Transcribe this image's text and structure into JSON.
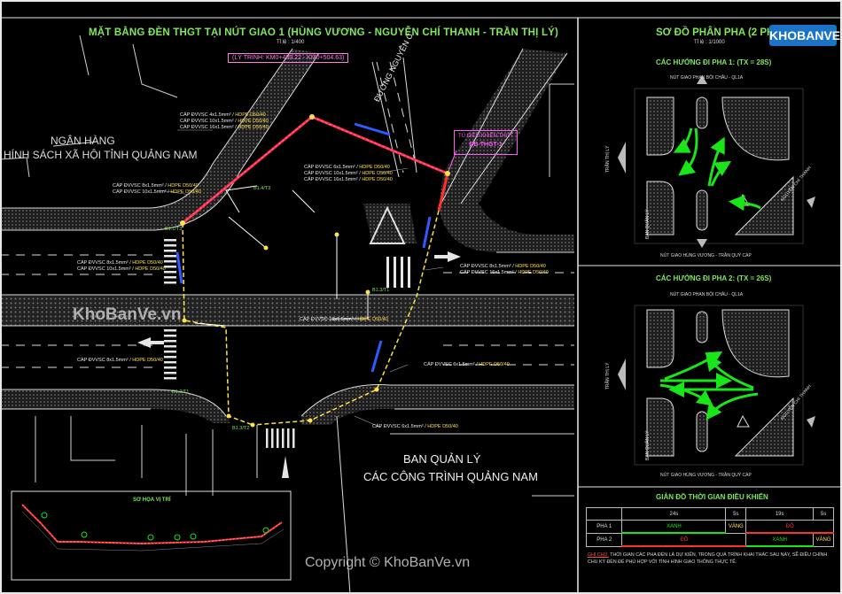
{
  "left_title": "MẶT BẰNG ĐÈN THGT TẠI NÚT GIAO 1 (HÙNG VƯƠNG - NGUYỄN CHÍ THANH - TRẦN THỊ LÝ)",
  "left_scale": "Tỉ lệ : 1/400",
  "chainage": "(LÝ TRÌNH: KM0+439.22 - KM0+504.63)",
  "right_title": "SƠ ĐỒ PHÂN PHA (2 PHA",
  "right_scale": "Tỉ lệ : 1/1000",
  "logo_text": "KHOBANVE",
  "bank_line1": "NGÂN HÀNG",
  "bank_line2": "HÍNH SÁCH XÃ HỘI TỈNH QUẢNG NAM",
  "board_line1": "BAN QUẢN LÝ",
  "board_line2": "CÁC CÔNG TRÌNH QUẢNG NAM",
  "street_label": "ĐƯỜNG NGUYỄN C",
  "cabinet_title": "TỦ ĐIỀU KHIỂN THGT",
  "cabinet_id": "ĐB-THGT-1",
  "cable_labels": [
    {
      "a": "CÁP ĐVVSC 4x1.5mm² /",
      "b": "HDPE D50/40"
    },
    {
      "a": "CÁP ĐVVSC 10x1.5mm² /",
      "b": "HDPE D50/40"
    },
    {
      "a": "CÁP ĐVVSC 16x1.5mm² /",
      "b": "HDPE D50/40"
    },
    {
      "a": "CÁP ĐVVSC 6x1.5mm² /",
      "b": "HDPE D50/40"
    },
    {
      "a": "CÁP ĐVVSC 10x1.5mm² /",
      "b": "HDPE D50/40"
    },
    {
      "a": "CÁP ĐVVSC 16x1.5mm² /",
      "b": "HDPE D50/40"
    },
    {
      "a": "CÁP ĐVVSC 8x1.5mm² /",
      "b": "HDPE D50/40"
    },
    {
      "a": "CÁP ĐVVSC 10x1.5mm² /",
      "b": "HDPE D50/40"
    },
    {
      "a": "CÁP ĐVVSC 8x1.5mm² /",
      "b": "HDPE D50/40"
    },
    {
      "a": "CÁP ĐVVSC 10x1.5mm² /",
      "b": "HDPE D50/40"
    },
    {
      "a": "CÁP ĐVVSC 8x1.5mm² /",
      "b": "HDPE D50/40"
    },
    {
      "a": "CÁP ĐVVSC 16x1.5mm² /",
      "b": "HDPE D50/40"
    },
    {
      "a": "CÁP ĐVVSC 10x1.5mm² /",
      "b": "HDPE D50/40"
    },
    {
      "a": "CÁP ĐVVSC 8x1.5mm² /",
      "b": "HDPE D50/40"
    },
    {
      "a": "CÁP ĐVVSC 6x1.5mm² /",
      "b": "HDPE D50/40"
    },
    {
      "a": "CÁP ĐVVSC 6x1.5mm² /",
      "b": "HDPE D50/40"
    }
  ],
  "signal_tags": [
    "B1.4/T3",
    "B1.3/T1",
    "B1.1/T3",
    "B1.2/T1",
    "B1.3/T2"
  ],
  "location_title": "SƠ HỌA VỊ TRÍ",
  "phase1_title": "CÁC HƯỚNG ĐI PHA 1: (TX = 28S)",
  "phase2_title": "CÁC HƯỚNG ĐI PHA 2: (TX = 26S)",
  "node_top": "NÚT GIAO PHAN BỘI CHÂU - QL1A",
  "node_bottom": "NÚT GIAO HÙNG VƯƠNG - TRẦN QUÝ CÁP",
  "side_left": "TRẦN THỊ LÝ",
  "side_right": "NGUYỄN CHÍ THANH",
  "side_mid": "BAN QUẢN LÝ",
  "timing_title": "GIẢN ĐỒ THỜI GIAN ĐIỀU KHIỂN",
  "timing_header": [
    "24s",
    "5s",
    "19s",
    "5s"
  ],
  "timing_rows": [
    {
      "label": "PHA 1",
      "cells": [
        "XANH",
        "VÀNG",
        "ĐỎ"
      ]
    },
    {
      "label": "PHA 2",
      "cells": [
        "ĐỎ",
        "XANH",
        "VÀNG"
      ]
    }
  ],
  "note_label": "GHI CHÚ:",
  "note_text": "THỜI GIAN CÁC PHA ĐÈN LÀ DỰ KIẾN, TRONG QUÁ TRÌNH KHAI THÁC SAU NÀY, SẼ ĐIỀU CHỈNH CHU KỲ ĐÈN ĐỂ PHÙ HỢP VỚI TÌNH HÌNH GIAO THÔNG THỰC TẾ.",
  "watermark": "KhoBanVe.vn",
  "copyright": "Copyright © KhoBanVe.vn",
  "colors": {
    "green": "#7fe85a",
    "magenta": "#ff5cf5",
    "yellow": "#ffe14a",
    "red": "#ff3030",
    "blue": "#2e5bff"
  }
}
